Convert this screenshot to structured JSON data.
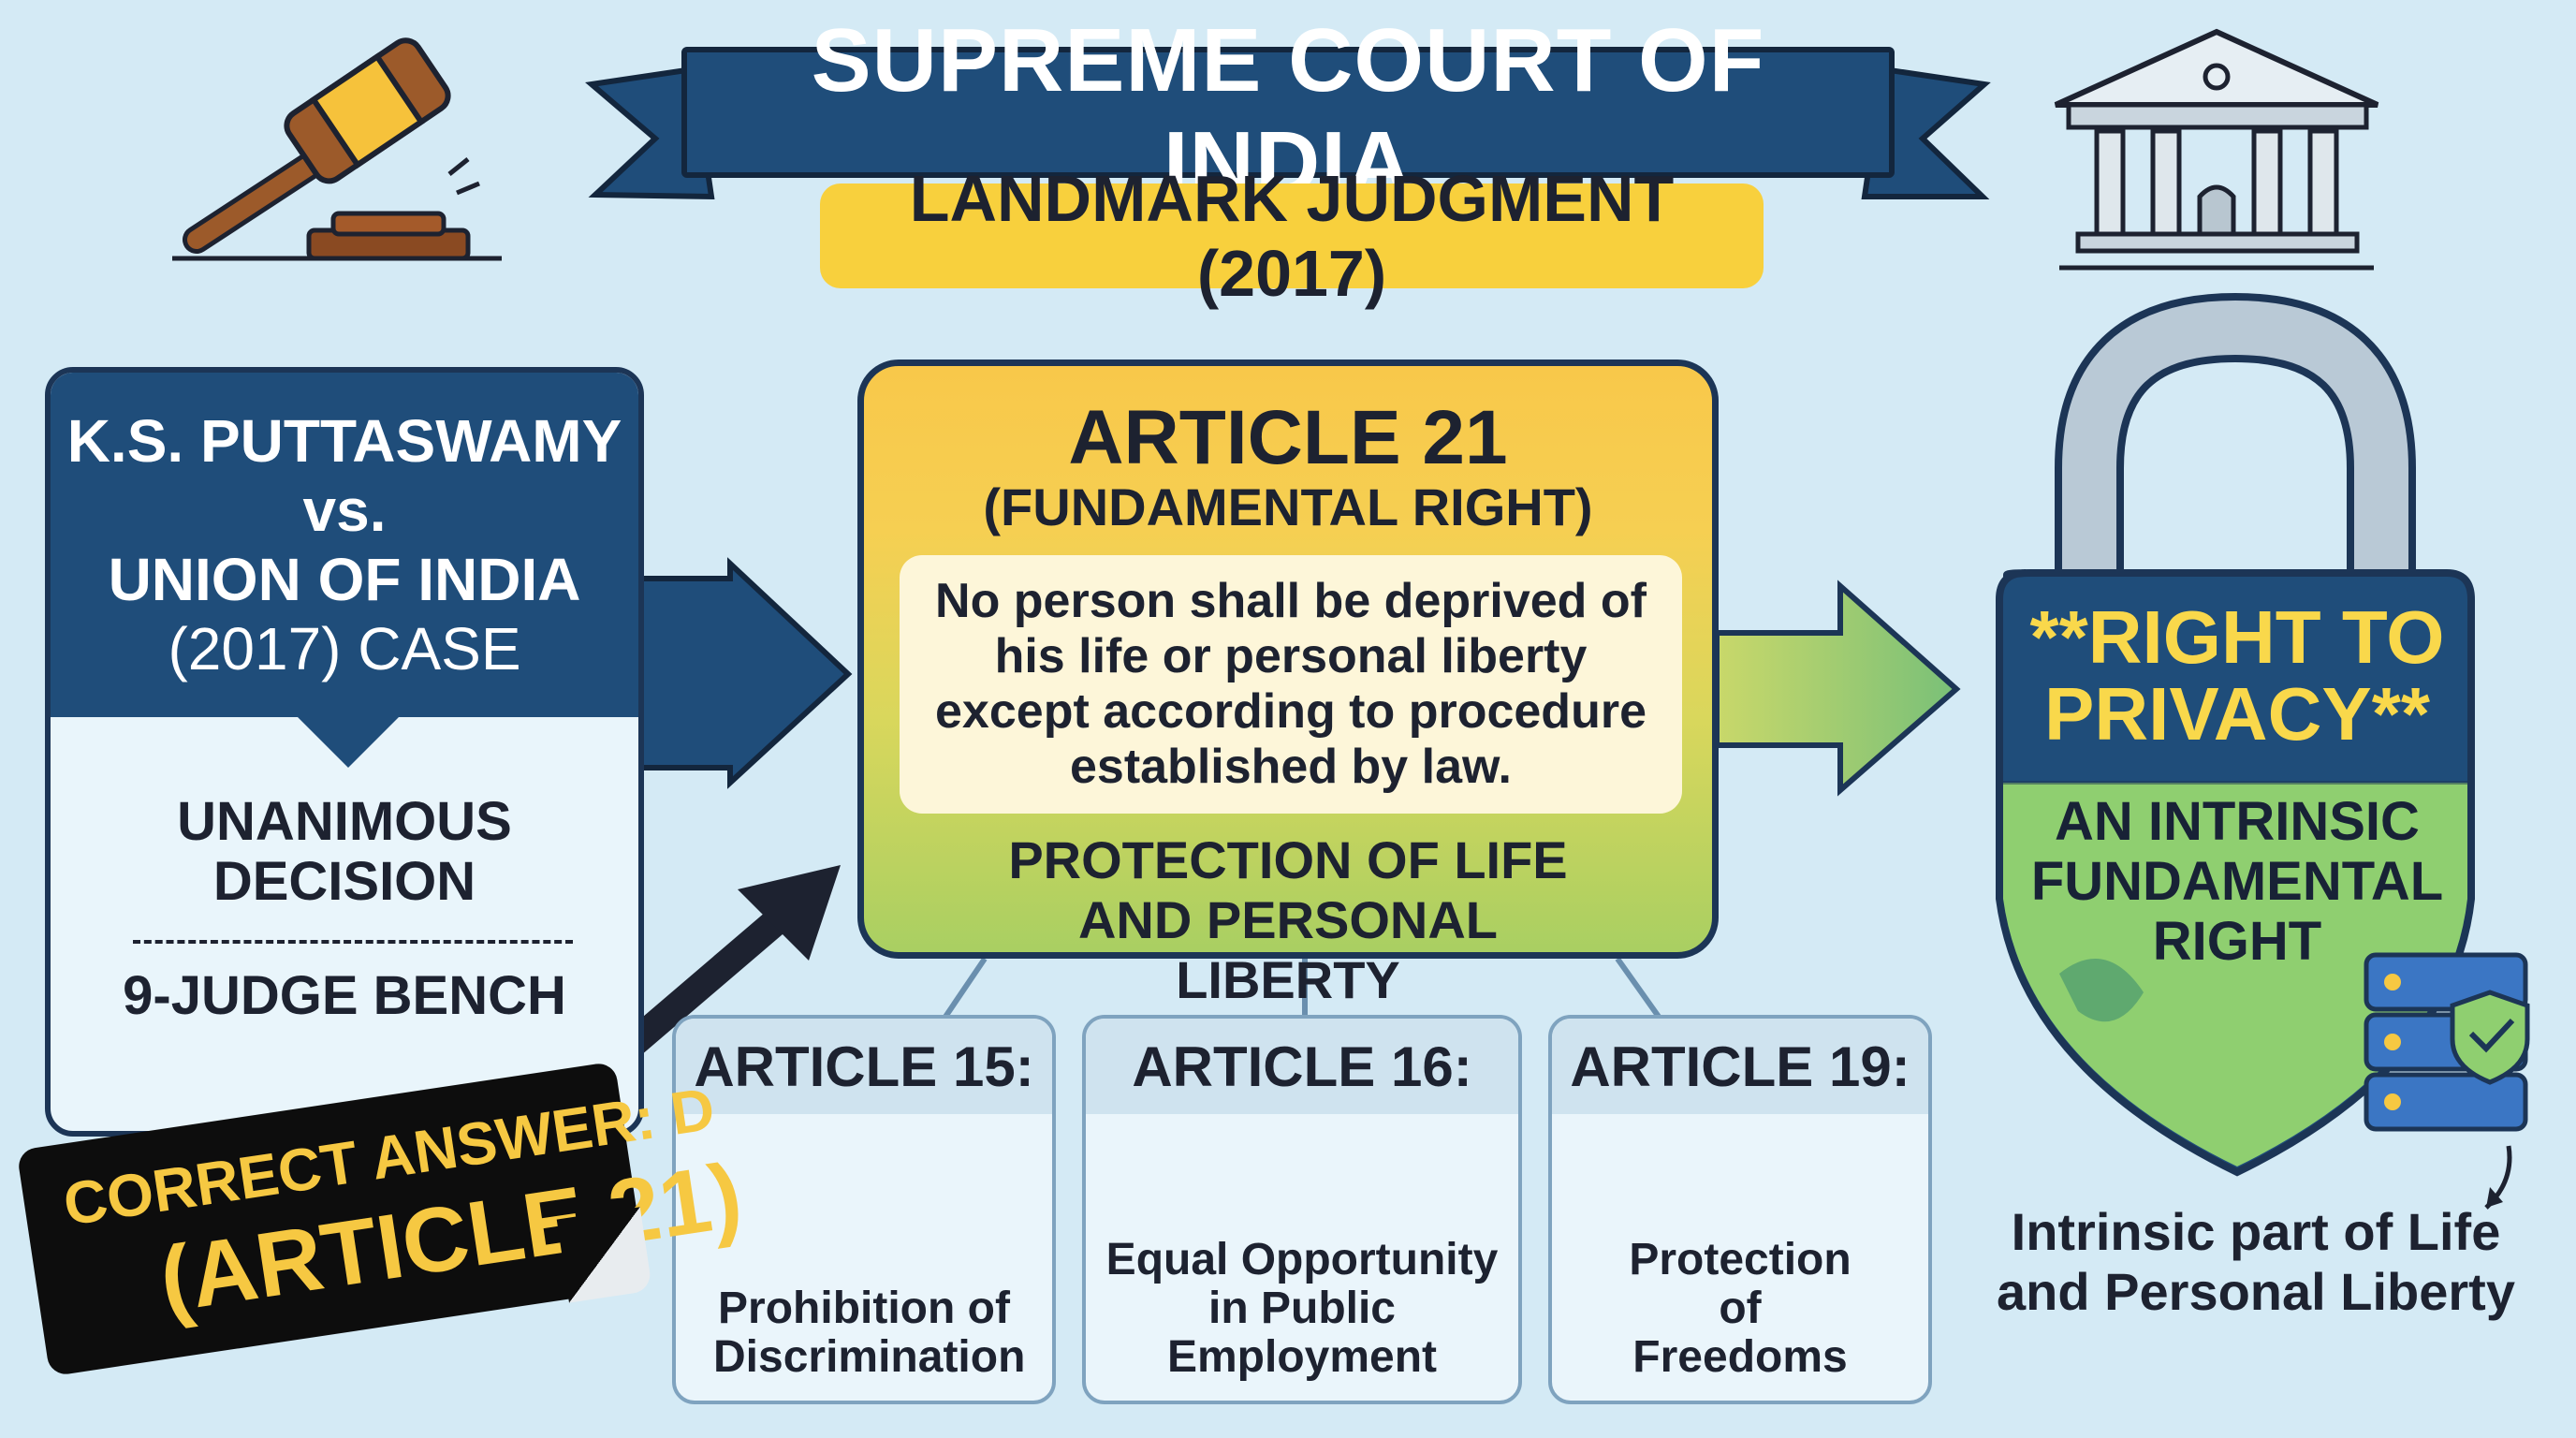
{
  "header": {
    "title": "SUPREME COURT OF INDIA",
    "subtitle": "LANDMARK JUDGMENT (2017)"
  },
  "case": {
    "lines": [
      "K.S. PUTTASWAMY",
      "vs.",
      "UNION OF INDIA",
      "(2017) CASE"
    ],
    "decision": "UNANIMOUS DECISION",
    "bench": "9-JUDGE BENCH"
  },
  "article21": {
    "title": "ARTICLE 21",
    "subtitle": "(FUNDAMENTAL RIGHT)",
    "quote": "No person shall be deprived of his life or personal liberty except according to procedure established by law.",
    "footer": "PROTECTION OF LIFE AND PERSONAL LIBERTY"
  },
  "articles": [
    {
      "title": "ARTICLE 15:",
      "caption": "Prohibition of Discrimination",
      "icon": "people-group-icon"
    },
    {
      "title": "ARTICLE 16:",
      "caption": "Equal Opportunity in Public Employment",
      "icon": "interview-icon"
    },
    {
      "title": "ARTICLE 19:",
      "caption": "Protection of Freedoms",
      "icon": "megaphone-speech-icon"
    }
  ],
  "privacy": {
    "title": "**RIGHT TO PRIVACY**",
    "subtitle": "AN INTRINSIC FUNDAMENTAL RIGHT",
    "caption": "Intrinsic part of Life and Personal Liberty"
  },
  "answer": {
    "line1": "CORRECT ANSWER: D",
    "line2": "(ARTICLE 21)"
  },
  "colors": {
    "navy": "#1f4d7a",
    "yellow": "#f8d03d",
    "green": "#8fcf70",
    "background": "#d4eaf5"
  }
}
